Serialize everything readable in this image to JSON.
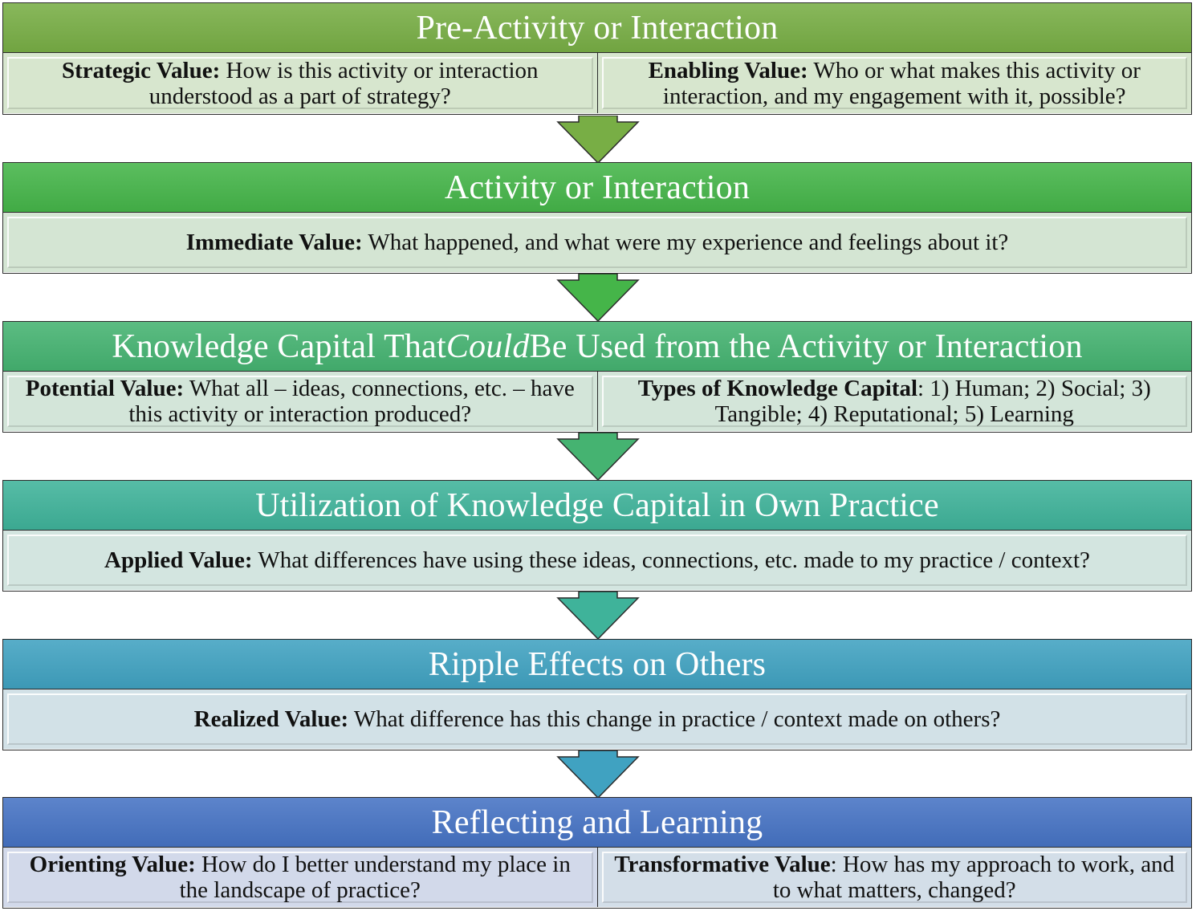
{
  "stages": [
    {
      "title": "Pre-Activity or Interaction",
      "colors": {
        "header": "#78AE45",
        "body": "#D7E6CE",
        "arrow": "#78AE45"
      },
      "cells": [
        {
          "label": "Strategic Value:",
          "text": " How is this activity or interaction understood as a part of strategy?"
        },
        {
          "label": "Enabling Value:",
          "text": " Who or what makes this activity or interaction, and my engagement with it, possible?"
        }
      ]
    },
    {
      "title": "Activity or Interaction",
      "colors": {
        "header": "#45B549",
        "body": "#D4E5D3",
        "arrow": "#45B549"
      },
      "cells": [
        {
          "label": "Immediate Value:",
          "text": " What happened, and what were my experience and feelings about it?"
        }
      ]
    },
    {
      "title_parts": {
        "before": "Knowledge Capital That ",
        "italic": "Could",
        "after": " Be Used from the Activity or Interaction"
      },
      "colors": {
        "header": "#45B371",
        "body": "#D3E5D9",
        "arrow": "#45B371"
      },
      "cells": [
        {
          "label": "Potential Value:",
          "text": " What all – ideas, connections, etc. – have this activity or interaction produced?"
        },
        {
          "label": "Types of Knowledge Capital",
          "text": ": 1) Human; 2) Social; 3) Tangible; 4) Reputational; 5) Learning"
        }
      ]
    },
    {
      "title": "Utilization of Knowledge Capital in Own Practice",
      "colors": {
        "header": "#3FB39A",
        "body": "#D3E5E0",
        "arrow": "#3FB39A"
      },
      "cells": [
        {
          "label": "Applied Value:",
          "text": " What differences have using these ideas, connections, etc. made to my practice / context?"
        }
      ]
    },
    {
      "title": "Ripple Effects on Others",
      "colors": {
        "header": "#40A2C1",
        "body": "#D2E1E7",
        "arrow": "#40A2C1"
      },
      "cells": [
        {
          "label": "Realized Value:",
          "text": " What difference has this change in practice / context made on others?"
        }
      ]
    },
    {
      "title": "Reflecting and Learning",
      "colors": {
        "header": "#4673C4",
        "body": "#D2D9EA",
        "body_right": "#D3DEE8"
      },
      "cells": [
        {
          "label": "Orienting Value:",
          "text": " How do I better understand my place in the landscape of practice?"
        },
        {
          "label": "Transformative Value",
          "text": ": How has my approach to work, and to what matters, changed?"
        }
      ]
    }
  ]
}
